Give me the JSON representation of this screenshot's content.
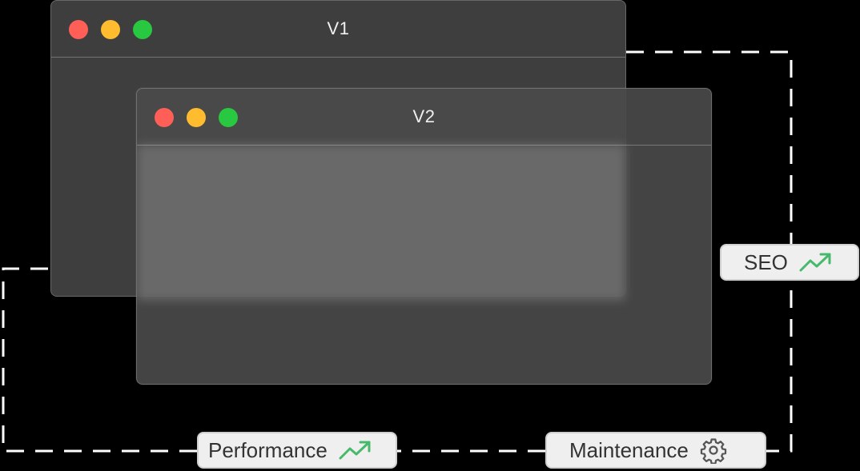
{
  "colors": {
    "background": "#000000",
    "dot_red": "#ff5f57",
    "dot_yellow": "#febc2e",
    "dot_green": "#28c840",
    "trend_green": "#47b96b",
    "gear_gray": "#555555",
    "dash": "#ffffff"
  },
  "windows": [
    {
      "title": "V1"
    },
    {
      "title": "V2"
    }
  ],
  "tags": {
    "performance": {
      "label": "Performance",
      "icon": "trending-up-icon"
    },
    "maintenance": {
      "label": "Maintenance",
      "icon": "gear-icon"
    },
    "seo": {
      "label": "SEO",
      "icon": "trending-up-icon"
    }
  }
}
